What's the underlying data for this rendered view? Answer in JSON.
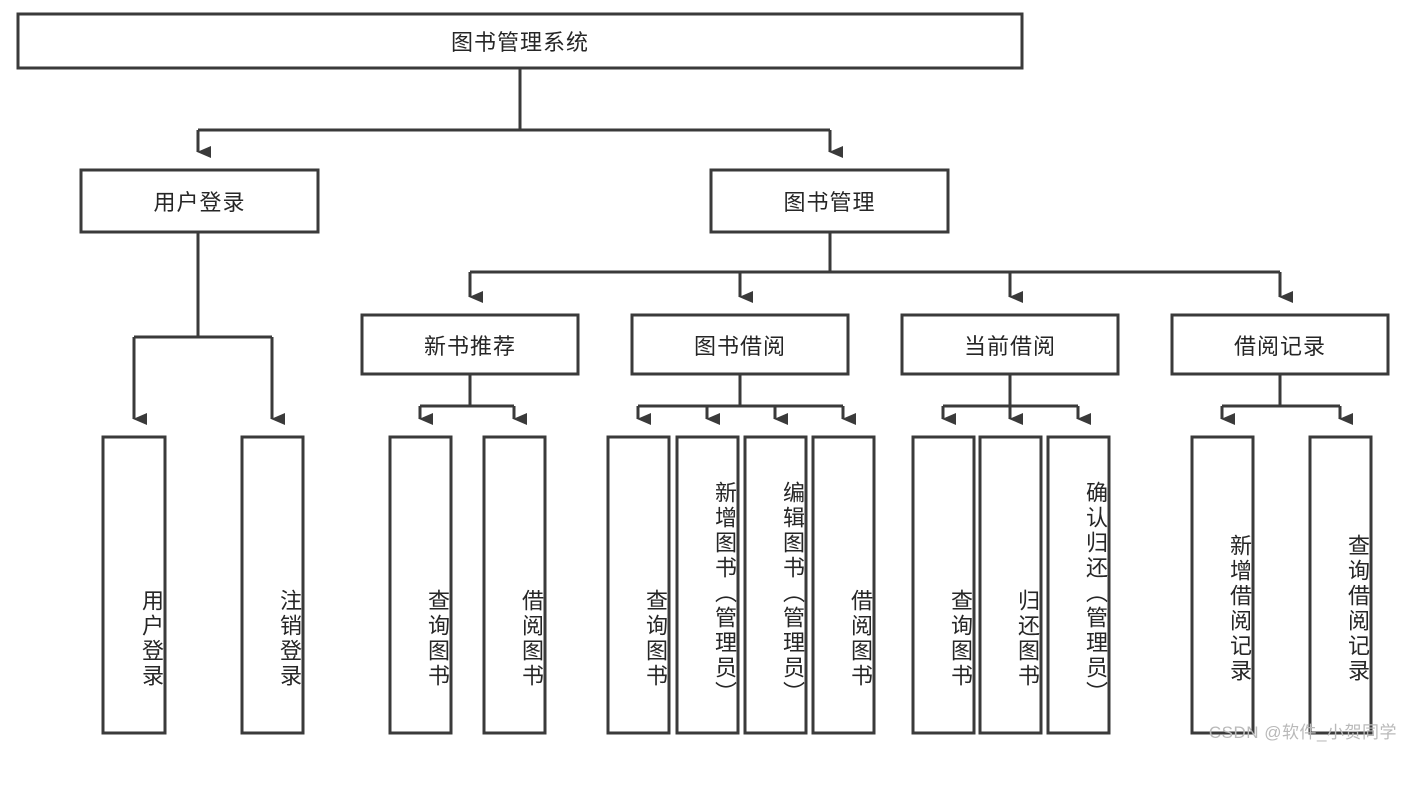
{
  "diagram": {
    "title": "图书管理系统",
    "type": "tree-hierarchy-diagram",
    "orientation": "top-down",
    "colors": {
      "box_fill": "#ffffff",
      "box_stroke": "#3a3a3a",
      "connector": "#3a3a3a",
      "text": "#262626",
      "background": "#ffffff",
      "watermark": "#b9b9b9"
    },
    "root": {
      "label": "图书管理系统"
    },
    "level2": [
      {
        "label": "用户登录"
      },
      {
        "label": "图书管理"
      }
    ],
    "level3": [
      {
        "label": "新书推荐"
      },
      {
        "label": "图书借阅"
      },
      {
        "label": "当前借阅"
      },
      {
        "label": "借阅记录"
      }
    ],
    "leaves": [
      {
        "label": "用户登录",
        "parent": "用户登录"
      },
      {
        "label": "注销登录",
        "parent": "用户登录"
      },
      {
        "label": "查询图书",
        "parent": "新书推荐"
      },
      {
        "label": "借阅图书",
        "parent": "新书推荐"
      },
      {
        "label": "查询图书",
        "parent": "图书借阅"
      },
      {
        "label": "新增图书（管理员）",
        "parent": "图书借阅"
      },
      {
        "label": "编辑图书（管理员）",
        "parent": "图书借阅"
      },
      {
        "label": "借阅图书",
        "parent": "图书借阅"
      },
      {
        "label": "查询图书",
        "parent": "当前借阅"
      },
      {
        "label": "归还图书",
        "parent": "当前借阅"
      },
      {
        "label": "确认归还（管理员）",
        "parent": "当前借阅"
      },
      {
        "label": "新增借阅记录",
        "parent": "借阅记录"
      },
      {
        "label": "查询借阅记录",
        "parent": "借阅记录"
      }
    ]
  },
  "watermark": {
    "text": "CSDN @软件_小贺同学"
  }
}
